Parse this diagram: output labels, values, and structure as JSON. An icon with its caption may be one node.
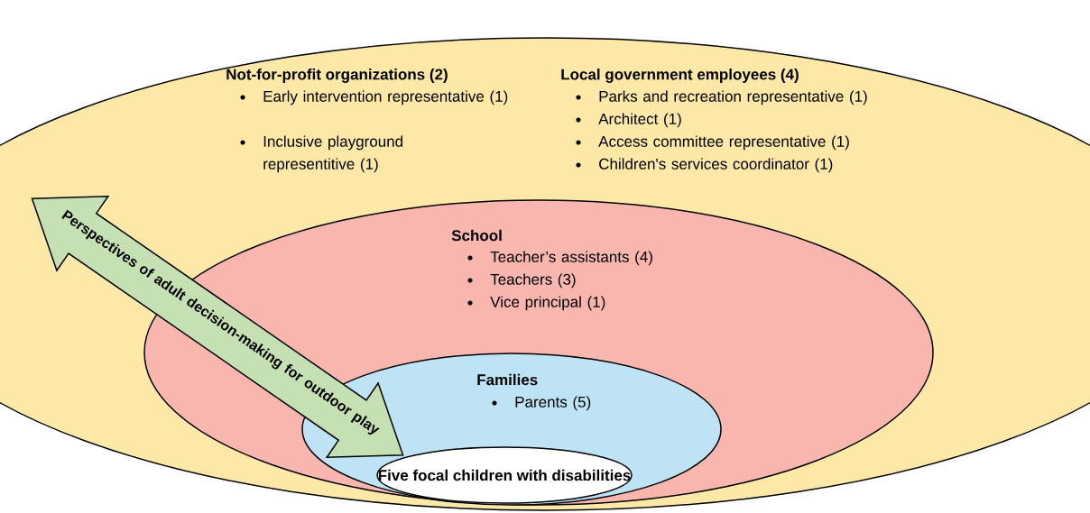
{
  "diagram": {
    "nodes": [
      {
        "text": [
          "Not-for-profit organizations (2)",
          "Early intervention representative (1)",
          "Inclusive playground representitive (1)",
          "Local government employees (4)",
          "Parks and recreation representative  (1)",
          "Architect (1)",
          "Access committee representative (1)",
          "Children's services coordinator (1)"
        ]
      },
      {
        "text": [
          "School",
          "Teacher’s assistants (4)",
          "Teachers (3)",
          "Vice principal (1)"
        ],
        "in": 0
      },
      {
        "text": [
          "Families",
          "Parents (5)"
        ],
        "in": 1
      },
      {
        "text": [
          "Five focal children with disabilities"
        ],
        "in": 2
      },
      {
        "text": [
          "Perspectives of adult decision-making for outdoor play"
        ],
        "in": 0
      }
    ]
  }
}
